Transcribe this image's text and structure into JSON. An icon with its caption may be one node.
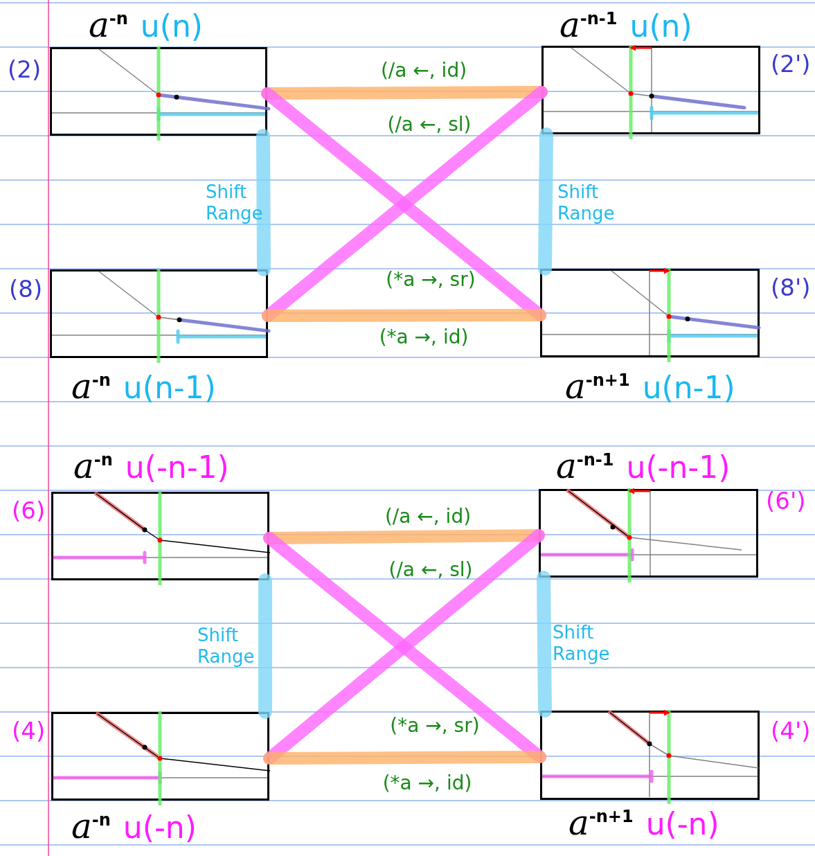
{
  "diagram": {
    "nodes": [
      {
        "text": [
          "a$^{-n}$",
          "u(n)"
        ],
        "beside": [
          "(2)"
        ]
      },
      {
        "text": [
          "a$^{-n-1}$",
          "u(n)"
        ],
        "beside": [
          "(2')"
        ]
      },
      {
        "text": [
          "a$^{-n}$",
          "u(n-1)"
        ],
        "beside": [
          "(8)"
        ]
      },
      {
        "text": [
          "a$^{-n+1}$",
          "u(n-1)"
        ],
        "beside": [
          "(8')"
        ]
      },
      {
        "text": [
          "a$^{-n}$",
          "u(-n-1)"
        ],
        "beside": [
          "(6)"
        ]
      },
      {
        "text": [
          "a$^{-n-1}$",
          "u(-n-1)"
        ],
        "beside": [
          "(6')"
        ]
      },
      {
        "text": [
          "a$^{-n}$",
          "u(-n)"
        ],
        "beside": [
          "(4)"
        ]
      },
      {
        "text": [
          "a$^{-n+1}$",
          "u(-n)"
        ],
        "beside": [
          "(4')"
        ]
      }
    ],
    "edges": [
      {
        "from": 0,
        "to": 1,
        "arrow": "none",
        "label": "(/a ←, id)",
        "color": "#ffb066"
      },
      {
        "from": 1,
        "to": 2,
        "arrow": "none",
        "label": "(/a ←, sl)",
        "color": "#ff66ff"
      },
      {
        "from": 0,
        "to": 3,
        "arrow": "none",
        "label": "(*a →, sr)",
        "color": "#ff66ff"
      },
      {
        "from": 2,
        "to": 3,
        "arrow": "none",
        "label": "(*a →, id)",
        "color": "#ffb066"
      },
      {
        "from": 0,
        "to": 2,
        "arrow": "none",
        "label": "Shift Range",
        "color": "#7fd6f7"
      },
      {
        "from": 1,
        "to": 3,
        "arrow": "none",
        "label": "Shift Range",
        "color": "#7fd6f7"
      },
      {
        "from": 4,
        "to": 5,
        "arrow": "none",
        "label": "(/a ←, id)",
        "color": "#ffb066"
      },
      {
        "from": 5,
        "to": 6,
        "arrow": "none",
        "label": "(/a ←, sl)",
        "color": "#ff66ff"
      },
      {
        "from": 4,
        "to": 7,
        "arrow": "none",
        "label": "(*a →, sr)",
        "color": "#ff66ff"
      },
      {
        "from": 6,
        "to": 7,
        "arrow": "none",
        "label": "(*a →, id)",
        "color": "#ffb066"
      },
      {
        "from": 4,
        "to": 6,
        "arrow": "none",
        "label": "Shift Range",
        "color": "#7fd6f7"
      },
      {
        "from": 5,
        "to": 7,
        "arrow": "none",
        "label": "Shift Range",
        "color": "#7fd6f7"
      }
    ]
  }
}
